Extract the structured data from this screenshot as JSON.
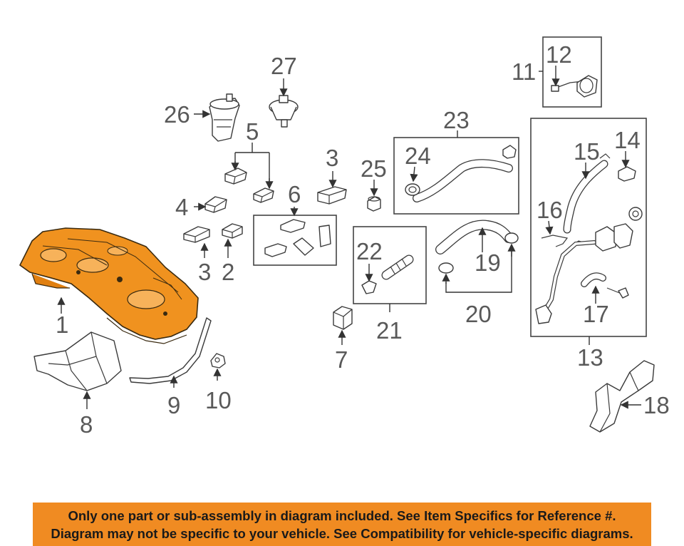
{
  "diagram": {
    "labels": {
      "p1": "1",
      "p2": "2",
      "p3a": "3",
      "p3b": "3",
      "p4": "4",
      "p5": "5",
      "p6": "6",
      "p7": "7",
      "p8": "8",
      "p9": "9",
      "p10": "10",
      "p11": "11",
      "p12": "12",
      "p13": "13",
      "p14": "14",
      "p15": "15",
      "p16": "16",
      "p17": "17",
      "p18": "18",
      "p19": "19",
      "p20": "20",
      "p21": "21",
      "p22": "22",
      "p23": "23",
      "p24": "24",
      "p25": "25",
      "p26": "26",
      "p27": "27"
    },
    "highlight_color": "#f0921f"
  },
  "banner": {
    "line1": "Only one part or sub-assembly in diagram included. See Item Specifics for Reference #.",
    "line2": "Diagram may not be specific to your vehicle. See Compatibility for vehicle-specific diagrams.",
    "background_color": "#f08b22"
  }
}
